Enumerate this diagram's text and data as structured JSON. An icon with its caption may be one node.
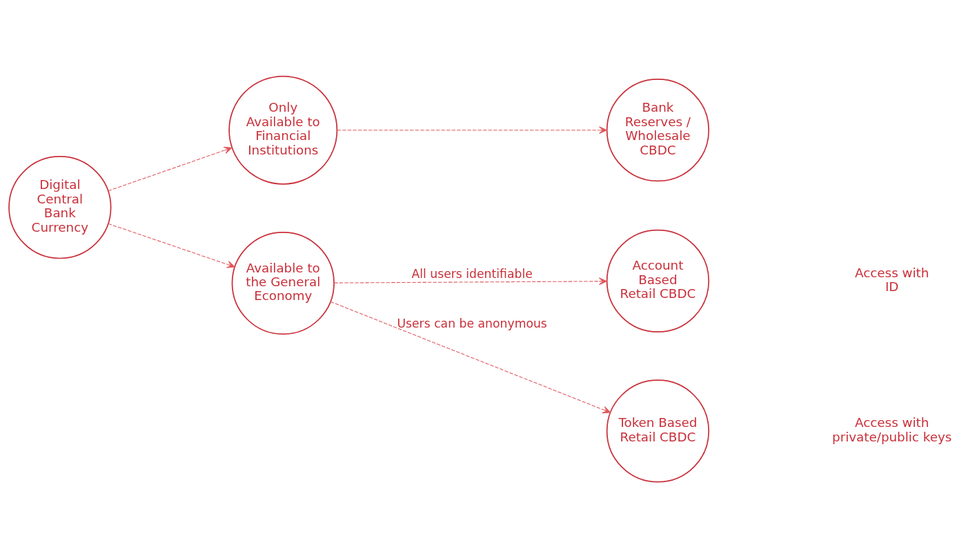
{
  "diagram": {
    "nodes": [
      {
        "text": [
          "Digital Central Bank Currency"
        ]
      },
      {
        "text": [
          "Only Available to Financial Institutions"
        ]
      },
      {
        "text": [
          "Bank Reserves / Wholesale CBDC"
        ]
      },
      {
        "text": [
          "Available to the General Economy"
        ]
      },
      {
        "text": [
          "Account Based Retail CBDC"
        ]
      },
      {
        "text": [
          "Token Based Retail CBDC"
        ]
      }
    ],
    "edges": [
      {
        "from": 0,
        "to": 1,
        "arrow": "to",
        "style": "dashed"
      },
      {
        "from": 0,
        "to": 3,
        "arrow": "to",
        "style": "dashed"
      },
      {
        "from": 1,
        "to": 2,
        "arrow": "to",
        "style": "dashed"
      },
      {
        "from": 3,
        "to": 4,
        "arrow": "to",
        "style": "dashed",
        "label": "All users identifiable"
      },
      {
        "from": 3,
        "to": 5,
        "arrow": "to",
        "style": "dashed",
        "label": "Users can be anonymous"
      }
    ],
    "labels": [
      "Access with ID",
      "Access with private/public keys"
    ]
  }
}
